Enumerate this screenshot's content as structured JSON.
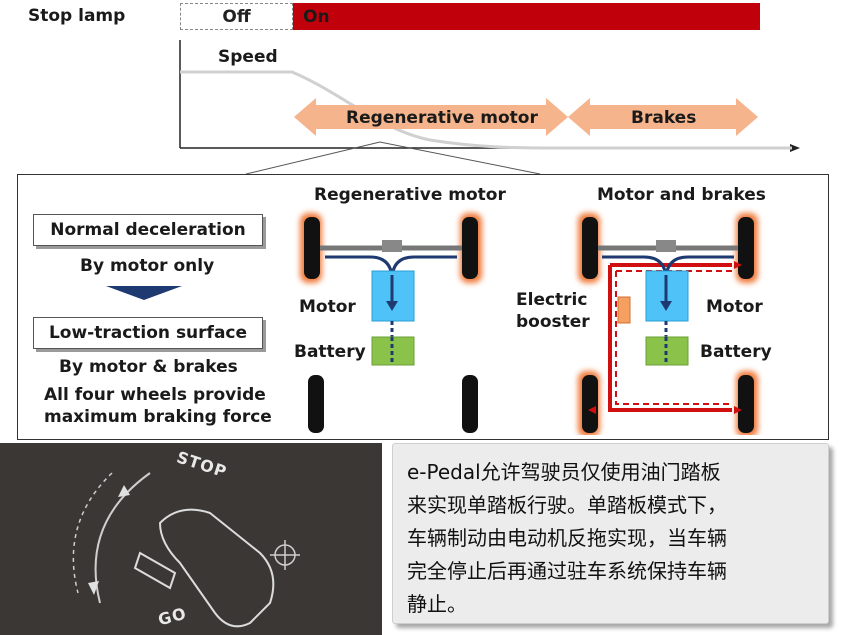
{
  "timeline": {
    "stop_lamp_label": "Stop lamp",
    "off_label": "Off",
    "on_label": "On",
    "speed_label": "Speed",
    "phase_regen": "Regenerative motor",
    "phase_brakes": "Brakes"
  },
  "panel": {
    "normal_decel": "Normal deceleration",
    "by_motor_only": "By motor only",
    "low_traction": "Low-traction surface",
    "by_motor_brakes": "By motor & brakes",
    "four_wheels_line1": "All four wheels provide",
    "four_wheels_line2": "maximum braking force",
    "regen_title": "Regenerative motor",
    "motor_label": "Motor",
    "battery_label": "Battery",
    "motor_brakes_title": "Motor and brakes",
    "electric_label_line1": "Electric",
    "electric_label_line2": "booster",
    "motor_label_right": "Motor",
    "battery_label_right": "Battery"
  },
  "dial": {
    "stop_text": "STOP",
    "go_text": "GO"
  },
  "caption": {
    "lines": [
      "e-Pedal允许驾驶员仅使用油门踏板",
      "来实现单踏板行驶。单踏板模式下，",
      "车辆制动由电动机反拖实现，当车辆",
      "完全停止后再通过驻车系统保持车辆",
      "静止。"
    ]
  },
  "colors": {
    "on_red": "#c0000a",
    "arrow_orange": "#f5b48c",
    "motor_blue": "#4fc3f7",
    "battery_green": "#8bc34a",
    "dark_panel": "#3a3735"
  }
}
